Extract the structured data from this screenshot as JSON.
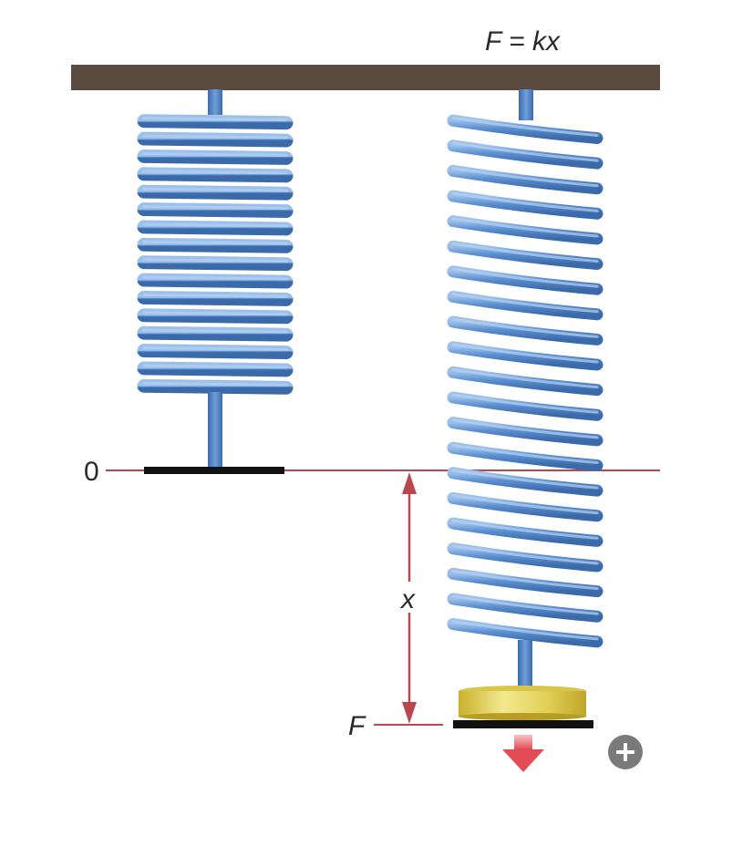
{
  "diagram": {
    "formula": "F = kx",
    "zero_label": "0",
    "displacement_label": "x",
    "force_label": "F"
  },
  "colors": {
    "ceiling": "#5a4a40",
    "spring": "#5b8fd0",
    "spring_dark": "#3a6aab",
    "spring_light": "#8fb6e6",
    "reference_line": "#b8474f",
    "plate": "#111111",
    "weight": "#e0cf5a",
    "force_arrow": "#e4666c"
  },
  "controls": {
    "zoom_icon": "plus-icon"
  }
}
